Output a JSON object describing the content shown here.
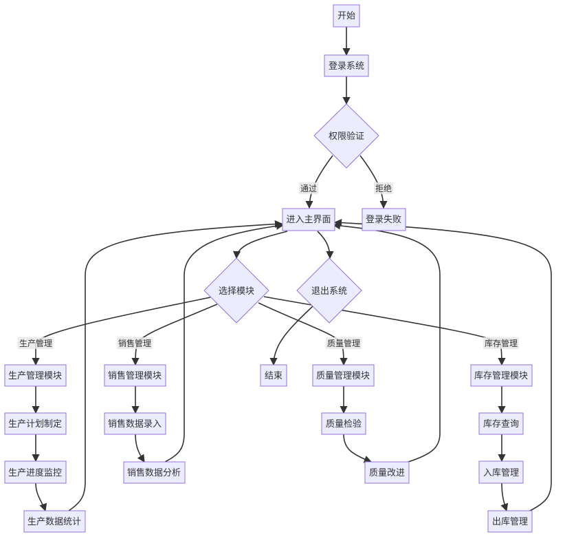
{
  "nodes": {
    "start": "开始",
    "login": "登录系统",
    "auth": "权限验证",
    "main": "进入主界面",
    "fail": "登录失败",
    "select": "选择模块",
    "exit": "退出系统",
    "end": "结束",
    "prod_module": "生产管理模块",
    "prod_plan": "生产计划制定",
    "prod_monitor": "生产进度监控",
    "prod_stats": "生产数据统计",
    "sales_module": "销售管理模块",
    "sales_entry": "销售数据录入",
    "sales_analysis": "销售数据分析",
    "quality_module": "质量管理模块",
    "quality_check": "质量检验",
    "quality_improve": "质量改进",
    "inv_module": "库存管理模块",
    "inv_query": "库存查询",
    "inv_in": "入库管理",
    "inv_out": "出库管理"
  },
  "edge_labels": {
    "pass": "通过",
    "reject": "拒绝",
    "prod": "生产管理",
    "sales": "销售管理",
    "quality": "质量管理",
    "inventory": "库存管理"
  }
}
